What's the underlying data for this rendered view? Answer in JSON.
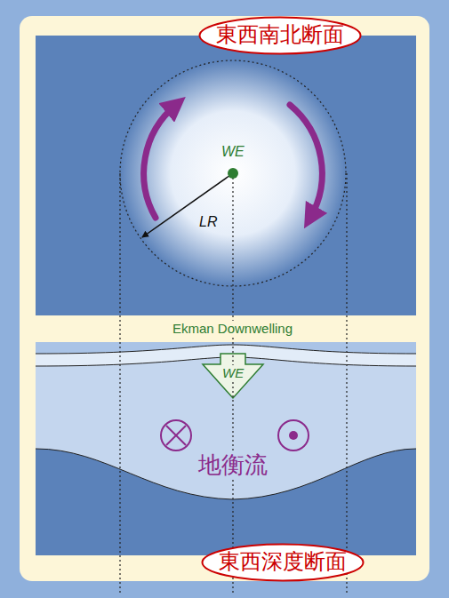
{
  "diagram": {
    "nodes": [
      {
        "text": [
          "東西南北断面"
        ]
      },
      {
        "text": [
          "東西深度断面"
        ]
      }
    ],
    "labels": [
      "WE",
      "LR",
      "Ekman Downwelling",
      "WE",
      "地衡流"
    ]
  }
}
